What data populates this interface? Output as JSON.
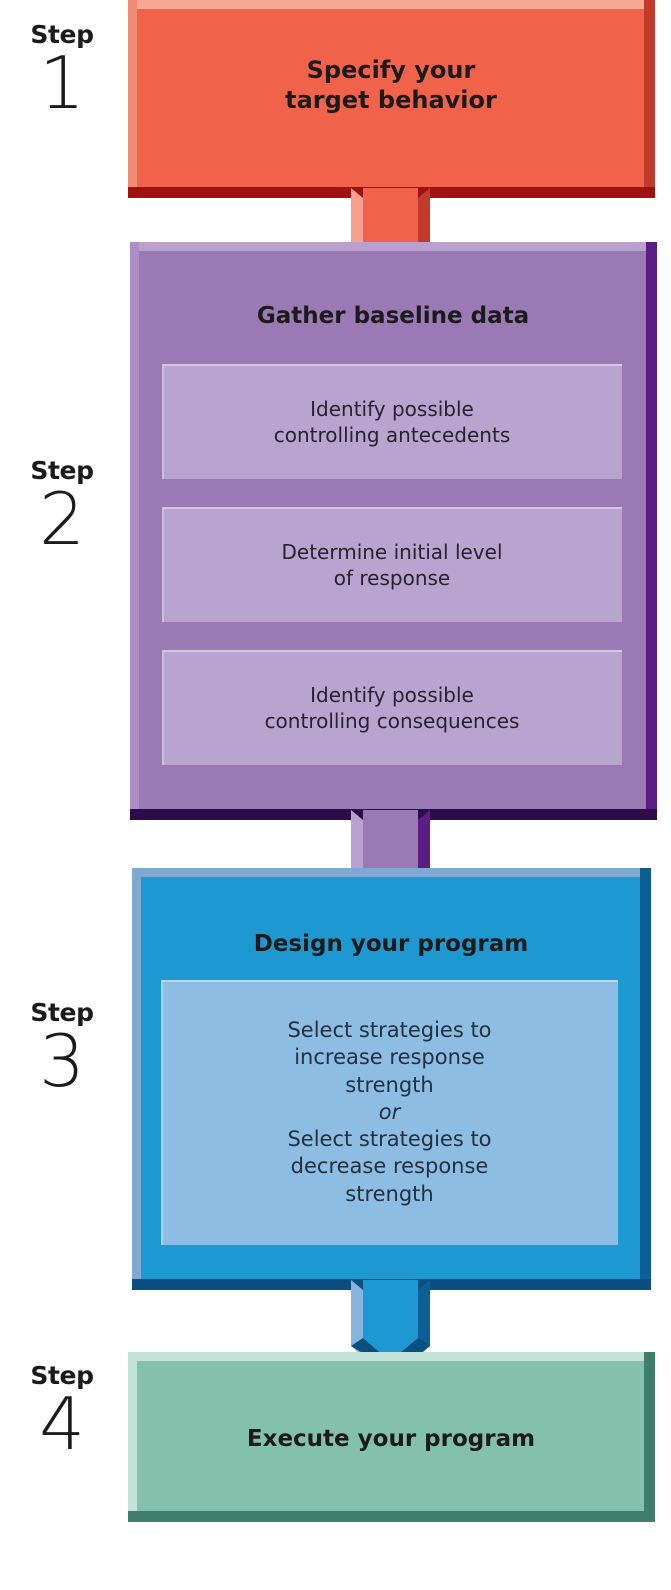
{
  "diagram": {
    "title": "Four-step self-modification program flowchart",
    "steps": [
      {
        "step_word": "Step",
        "step_number": "1",
        "heading": "Specify your\ntarget behavior",
        "heading_line1": "Specify your",
        "heading_line2": "target behavior",
        "color": "#F0634A",
        "bevel_light": "#F7A892",
        "bevel_dark": "#A01111",
        "bevel_right": "#C3392B",
        "sub_boxes": []
      },
      {
        "step_word": "Step",
        "step_number": "2",
        "heading": "Gather baseline data",
        "color": "#9B79B5",
        "bevel_light": "#B9A0D0",
        "bevel_dark": "#2E0B4A",
        "bevel_right": "#5B1C86",
        "sub_box_color": "#B8A4CF",
        "sub_boxes": [
          {
            "line1": "Identify possible",
            "line2": "controlling antecedents"
          },
          {
            "line1": "Determine initial level",
            "line2": "of response"
          },
          {
            "line1": "Identify possible",
            "line2": "controlling consequences"
          }
        ]
      },
      {
        "step_word": "Step",
        "step_number": "3",
        "heading": "Design your program",
        "color": "#1E98D1",
        "bevel_light": "#7FA9D3",
        "bevel_dark": "#0B4E80",
        "bevel_right": "#0E5E95",
        "sub_box_color": "#8DBDE3",
        "sub_boxes": [
          {
            "lines": [
              "Select strategies to",
              "increase response",
              "strength",
              "or",
              "Select strategies to",
              "decrease response",
              "strength"
            ],
            "italic_line_index": 3
          }
        ]
      },
      {
        "step_word": "Step",
        "step_number": "4",
        "heading": "Execute your program",
        "color": "#84C1AD",
        "bevel_light": "#C3E2D8",
        "bevel_dark": "#3F7E6B",
        "bevel_right": "#3F7E6B",
        "sub_boxes": []
      }
    ],
    "arrows": [
      {
        "name": "arrow-step1-to-step2",
        "fill": "#F0634A",
        "light": "#F6A18B",
        "dark": "#C3392B",
        "tip": "#9E0F0F"
      },
      {
        "name": "arrow-step2-to-step3",
        "fill": "#9B79B5",
        "light": "#B9A0D0",
        "dark": "#5B1C86",
        "tip": "#2E0B4A"
      },
      {
        "name": "arrow-step3-to-step4",
        "fill": "#1E98D1",
        "light": "#87B4DC",
        "dark": "#0E5E95",
        "tip": "#0B4E80"
      }
    ]
  }
}
